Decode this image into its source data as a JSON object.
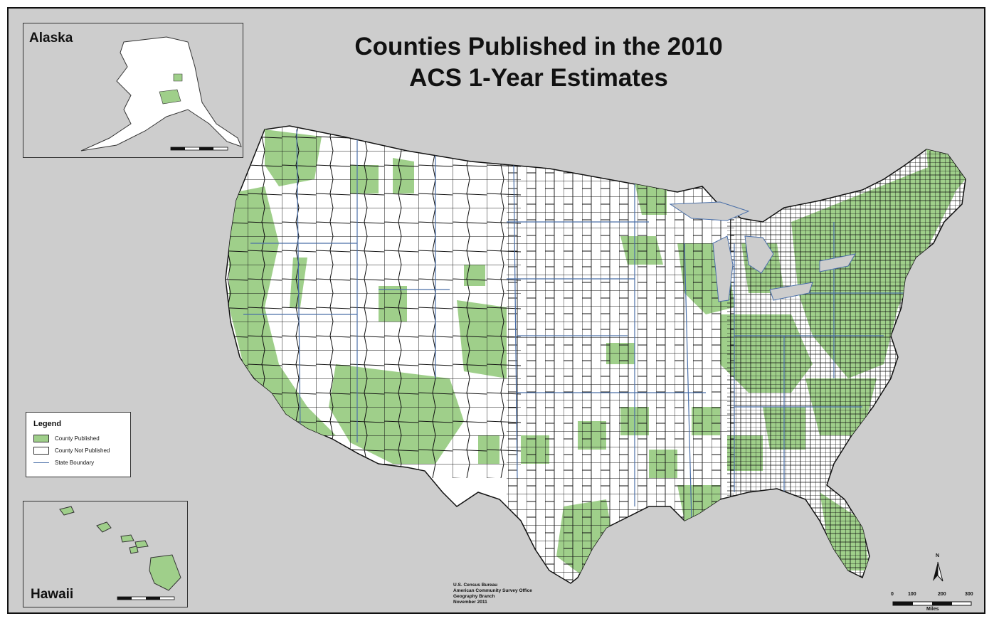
{
  "title": {
    "line1": "Counties Published in the 2010",
    "line2": "ACS 1-Year Estimates"
  },
  "insets": {
    "alaska": "Alaska",
    "hawaii": "Hawaii"
  },
  "legend": {
    "title": "Legend",
    "items": [
      "County Published",
      "County Not Published",
      "State Boundary"
    ]
  },
  "credit": [
    "U.S. Census Bureau",
    "American Community Survey Office",
    "Geography Branch",
    "November 2011"
  ],
  "scale": {
    "ticks": [
      "0",
      "100",
      "200",
      "300"
    ],
    "unit": "Miles"
  },
  "north": "N",
  "colors": {
    "published": "#9fcf8a",
    "not_published": "#ffffff",
    "state_boundary": "#4a6fa8",
    "background": "#cdcdcd",
    "county_line": "#111111"
  }
}
